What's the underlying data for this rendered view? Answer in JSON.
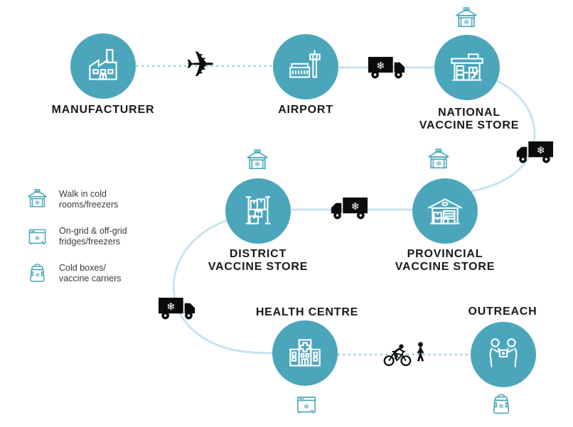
{
  "nodes": {
    "manufacturer": {
      "label": "MANUFACTURER"
    },
    "airport": {
      "label": "AIRPORT"
    },
    "national_vaccine_store": {
      "line1": "NATIONAL",
      "line2": "VACCINE STORE"
    },
    "provincial_vaccine_store": {
      "line1": "PROVINCIAL",
      "line2": "VACCINE STORE"
    },
    "district_vaccine_store": {
      "line1": "DISTRICT",
      "line2": "VACCINE STORE"
    },
    "health_centre": {
      "label": "HEALTH CENTRE"
    },
    "outreach": {
      "label": "OUTREACH"
    }
  },
  "legend": {
    "items": [
      {
        "icon": "walk-in-cold-room-icon",
        "line1": "Walk in cold",
        "line2": "rooms/freezers"
      },
      {
        "icon": "fridge-freezer-icon",
        "line1": "On-grid & off-grid",
        "line2": "fridges/freezers"
      },
      {
        "icon": "cold-box-icon",
        "line1": "Cold boxes/",
        "line2": "vaccine carriers"
      }
    ]
  },
  "icons": {
    "snowflake_glyph": "❄",
    "airplane_glyph": "✈"
  },
  "colors": {
    "node_fill": "#4BA6BC",
    "route_line": "#C9E3EE",
    "dotted_line": "#8CC1D6",
    "transport_black": "#0B0B0B",
    "label_text": "#191919",
    "legend_text": "#3A3A3A"
  }
}
